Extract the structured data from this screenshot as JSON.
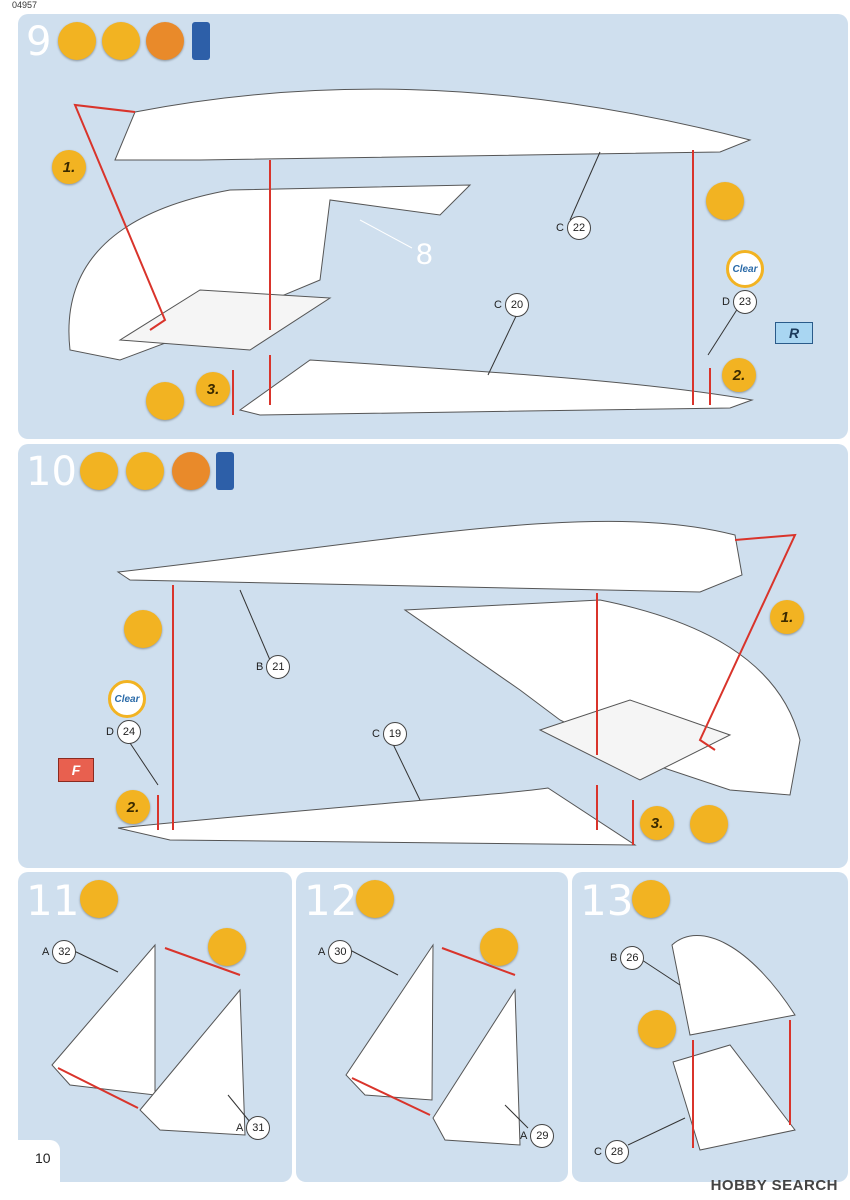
{
  "page": {
    "code": "04957",
    "page_number": "10",
    "watermark": "HOBBY SEARCH"
  },
  "steps": [
    {
      "number": "9",
      "sub": [
        "1.",
        "2.",
        "3."
      ],
      "callouts": [
        {
          "letter": "C",
          "part": "22"
        },
        {
          "letter": "C",
          "part": "20"
        },
        {
          "letter": "D",
          "part": "23"
        }
      ],
      "ref_label": "8",
      "flag": "R",
      "clear": "Clear"
    },
    {
      "number": "10",
      "sub": [
        "1.",
        "2.",
        "3."
      ],
      "callouts": [
        {
          "letter": "B",
          "part": "21"
        },
        {
          "letter": "C",
          "part": "19"
        },
        {
          "letter": "D",
          "part": "24"
        }
      ],
      "flag": "F",
      "clear": "Clear"
    },
    {
      "number": "11",
      "callouts": [
        {
          "letter": "A",
          "part": "32"
        },
        {
          "letter": "A",
          "part": "31"
        }
      ]
    },
    {
      "number": "12",
      "callouts": [
        {
          "letter": "A",
          "part": "30"
        },
        {
          "letter": "A",
          "part": "29"
        }
      ]
    },
    {
      "number": "13",
      "callouts": [
        {
          "letter": "B",
          "part": "26"
        },
        {
          "letter": "C",
          "part": "28"
        }
      ]
    }
  ],
  "colors": {
    "panel": "#cfdfee",
    "accent": "#f2b322",
    "arrow": "#d9342b"
  },
  "icons": [
    "glue-icon",
    "paint-brush-icon",
    "clock-icon",
    "clear-paint-bottle-icon",
    "tape-icon"
  ]
}
